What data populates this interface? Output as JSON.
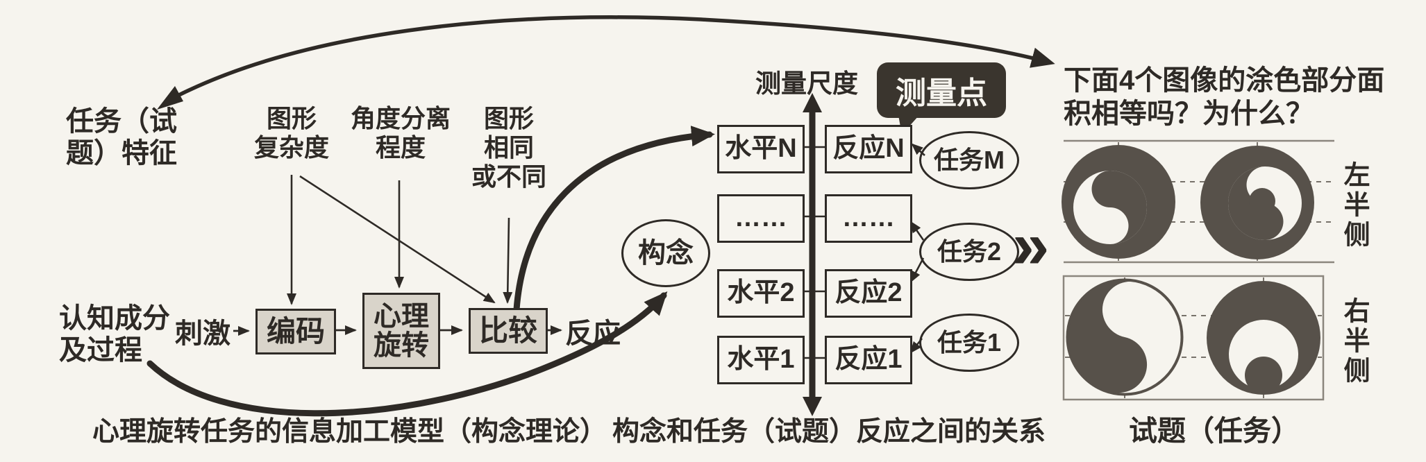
{
  "colors": {
    "ink": "#2e2a26",
    "paper": "#f6f4ee",
    "process_box_fill": "#d9d4ca",
    "stimulus_dark": "#57514a",
    "bubble_bg": "#3a352e",
    "bubble_text": "#f6f4ee"
  },
  "model": {
    "task_features": "任务（试\n题）特征",
    "cognitive_components": "认知成分\n及过程",
    "factors": [
      "图形\n复杂度",
      "角度分离\n程度",
      "图形\n相同\n或不同"
    ],
    "stimulus_label": "刺激",
    "process_boxes": [
      "编码",
      "心理\n旋转",
      "比较"
    ],
    "response_label": "反应",
    "construct_label": "构念",
    "caption": "心理旋转任务的信息加工模型（构念理论）"
  },
  "measurement": {
    "scale_label": "测量尺度",
    "point_label": "测量点",
    "rows": [
      {
        "level": "水平N",
        "response": "反应N"
      },
      {
        "level": "……",
        "response": "……"
      },
      {
        "level": "水平2",
        "response": "反应2"
      },
      {
        "level": "水平1",
        "response": "反应1"
      }
    ],
    "tasks": [
      "任务M",
      "任务2",
      "任务1"
    ],
    "chevron": "»",
    "caption": "构念和任务（试题）反应之间的关系"
  },
  "stimuli": {
    "question": "下面4个图像的涂色部分面积相等吗？为什么？",
    "left_half_label": "左半侧",
    "right_half_label": "右半侧",
    "caption": "试题（任务）"
  }
}
